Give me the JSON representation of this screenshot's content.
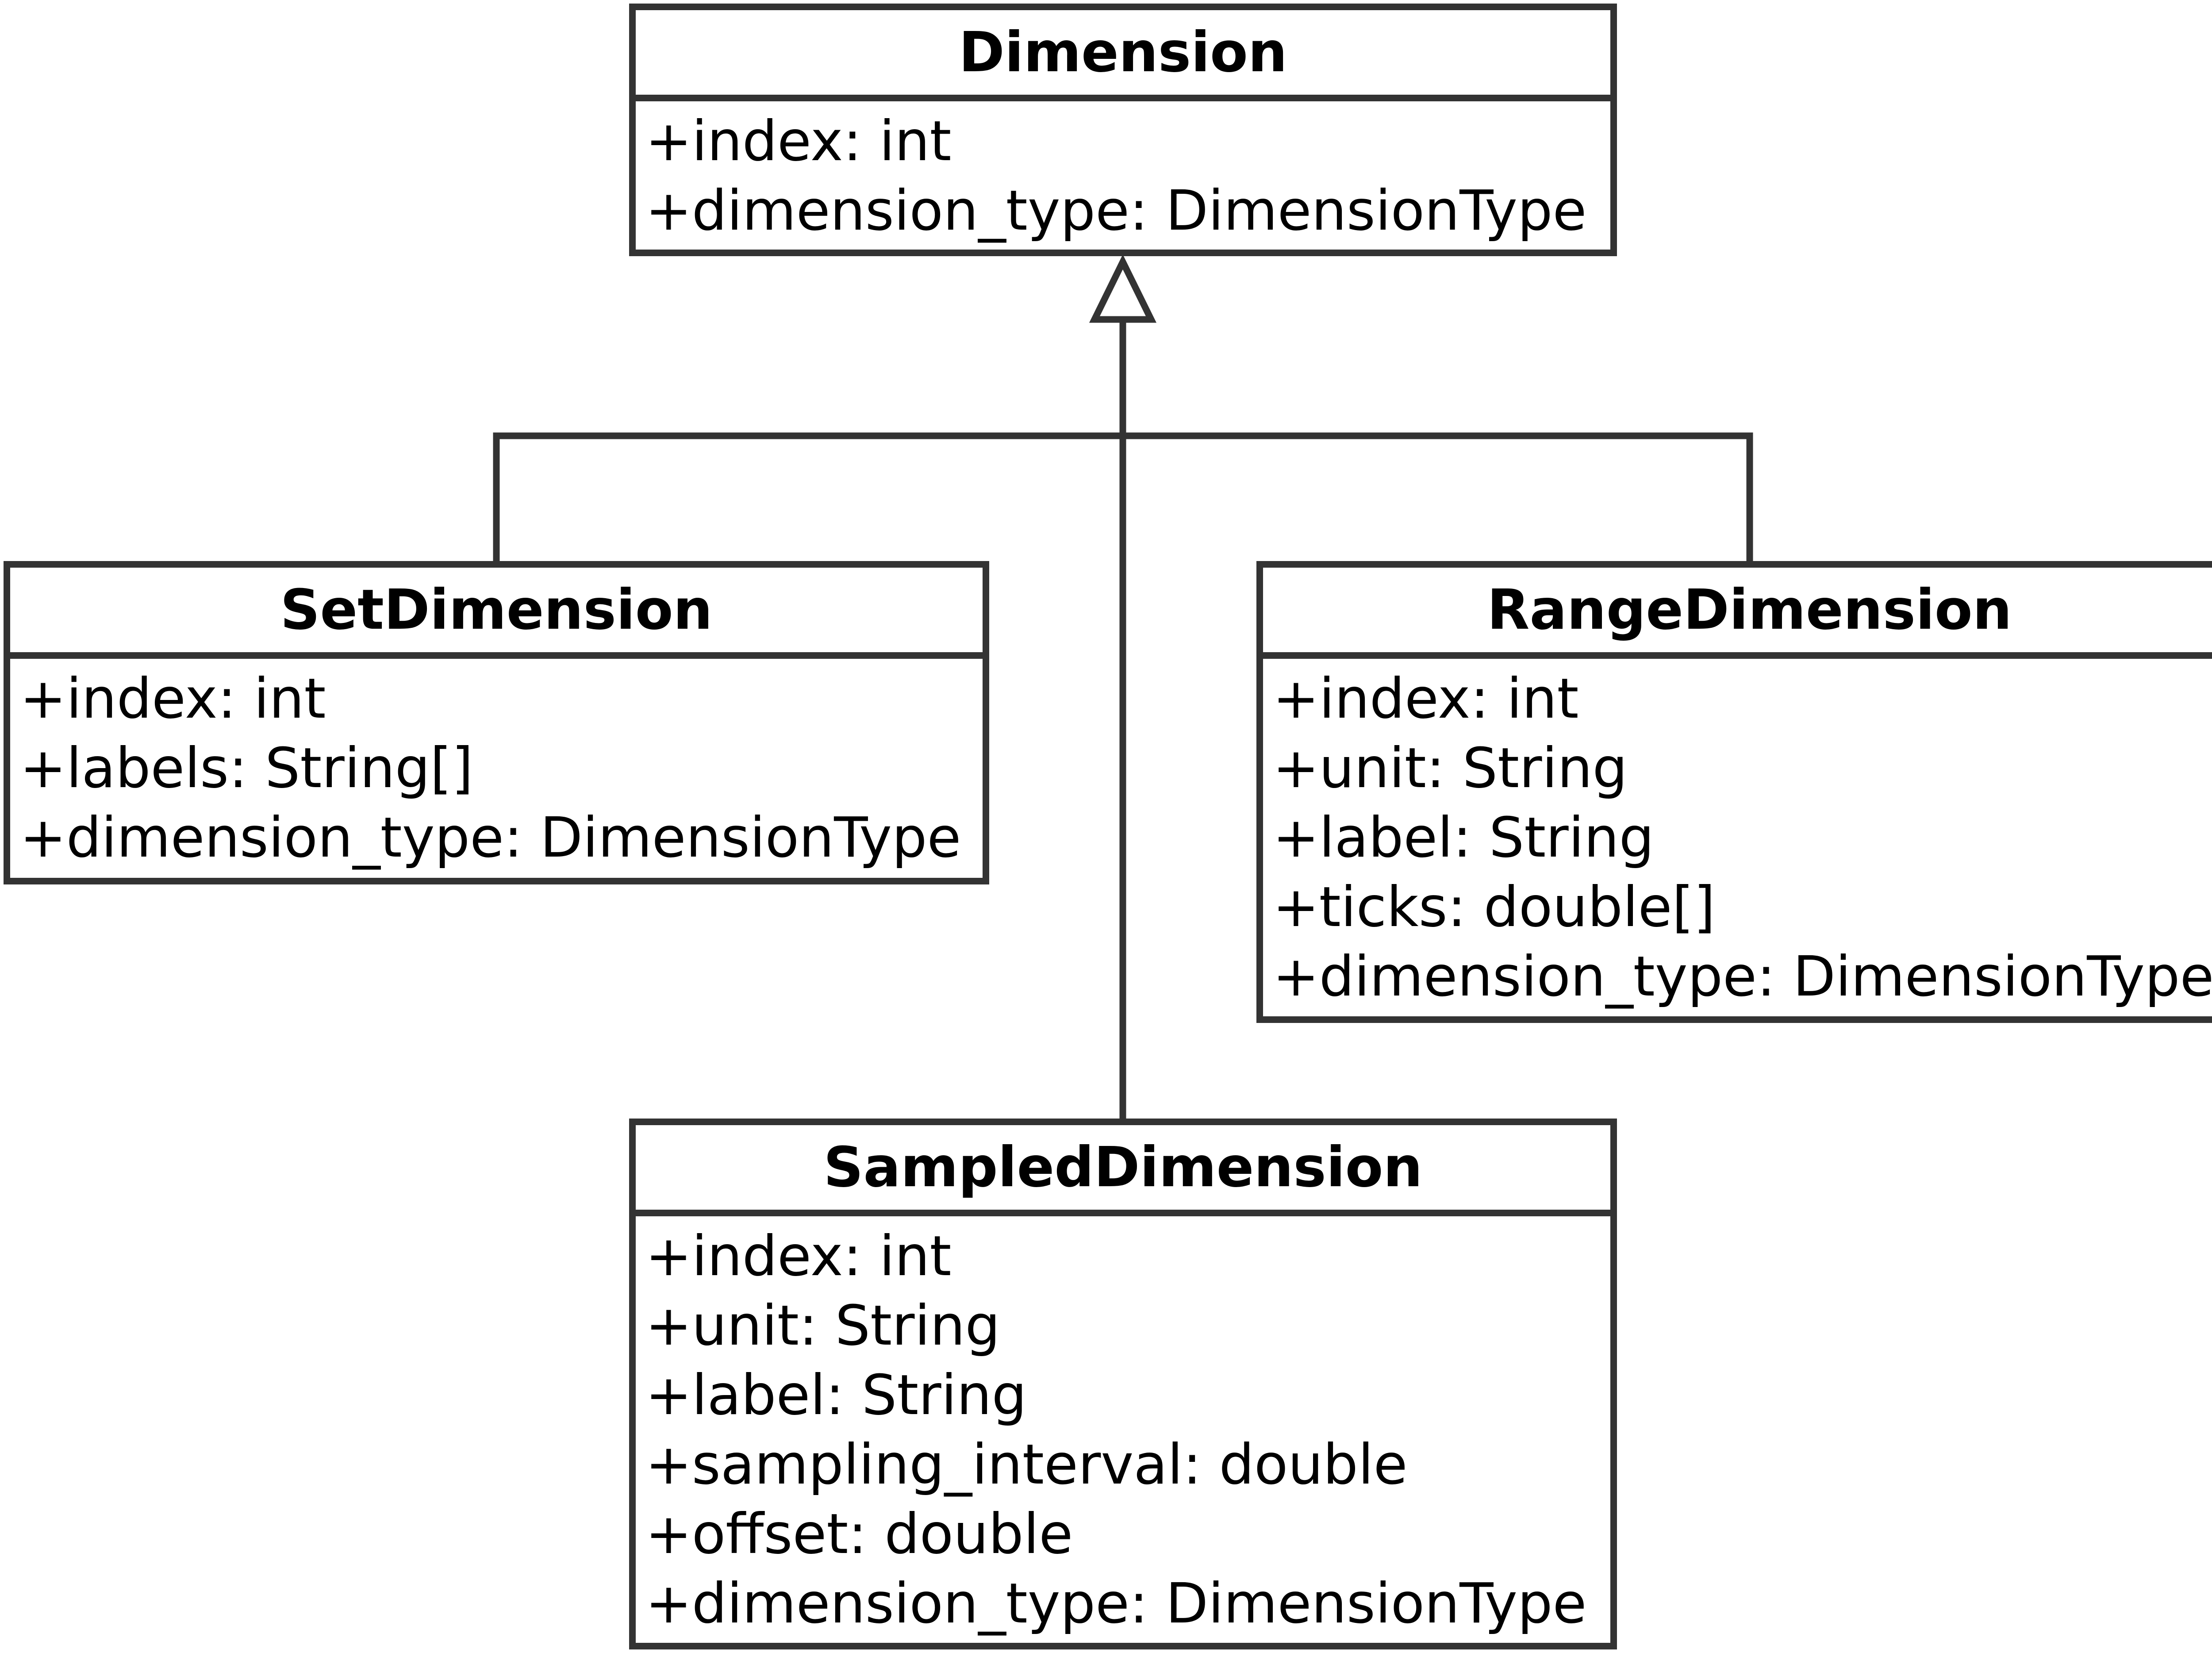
{
  "colors": {
    "stroke": "#333333",
    "background": "#ffffff",
    "text": "#000000"
  },
  "diagram": {
    "classes": [
      {
        "id": "dimension",
        "name": "Dimension",
        "attributes": [
          "+index: int",
          "+dimension_type: DimensionType"
        ]
      },
      {
        "id": "set-dimension",
        "name": "SetDimension",
        "attributes": [
          "+index: int",
          "+labels: String[]",
          "+dimension_type: DimensionType"
        ]
      },
      {
        "id": "range-dimension",
        "name": "RangeDimension",
        "attributes": [
          "+index: int",
          "+unit: String",
          "+label: String",
          "+ticks: double[]",
          "+dimension_type: DimensionType"
        ]
      },
      {
        "id": "sampled-dimension",
        "name": "SampledDimension",
        "attributes": [
          "+index: int",
          "+unit: String",
          "+label: String",
          "+sampling_interval: double",
          "+offset: double",
          "+dimension_type: DimensionType"
        ]
      }
    ],
    "relationships": [
      {
        "type": "generalization",
        "from": "set-dimension",
        "to": "dimension"
      },
      {
        "type": "generalization",
        "from": "range-dimension",
        "to": "dimension"
      },
      {
        "type": "generalization",
        "from": "sampled-dimension",
        "to": "dimension"
      }
    ]
  }
}
